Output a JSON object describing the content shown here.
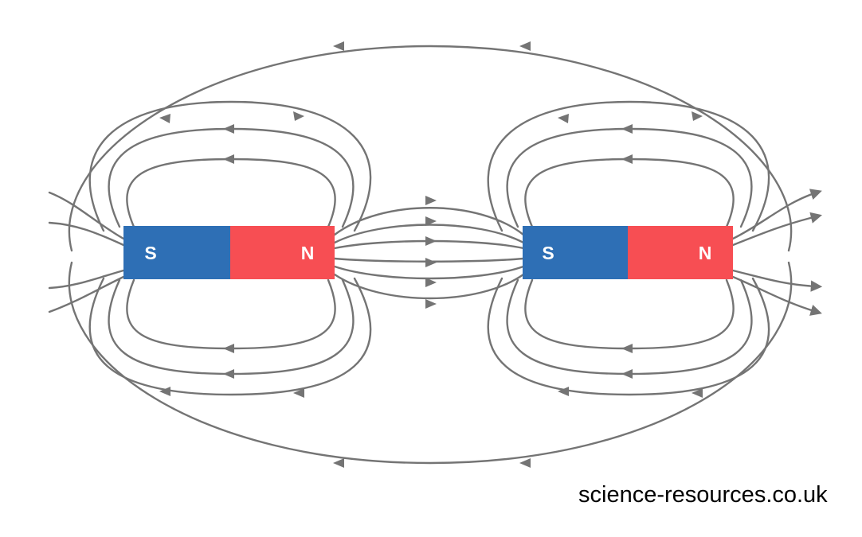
{
  "diagram": {
    "magnets": [
      {
        "south_label": "S",
        "north_label": "N"
      },
      {
        "south_label": "S",
        "north_label": "N"
      }
    ],
    "credit": "science-resources.co.uk"
  },
  "colors": {
    "south_pole": "#2e6fb5",
    "north_pole": "#f74e53",
    "field_line": "#747474",
    "background": "#ffffff"
  },
  "icons": [
    "field-line-arrow"
  ]
}
